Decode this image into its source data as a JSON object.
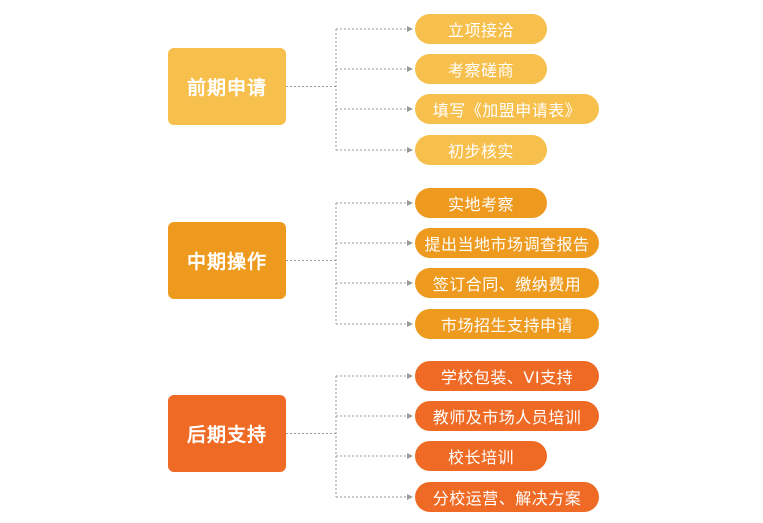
{
  "stages": [
    {
      "title": "前期申请",
      "color": "#F7BF4C",
      "steps": [
        "立项接洽",
        "考察磋商",
        "填写《加盟申请表》",
        "初步核实"
      ]
    },
    {
      "title": "中期操作",
      "color": "#EE9A1E",
      "steps": [
        "实地考察",
        "提出当地市场调查报告",
        "签订合同、缴纳费用",
        "市场招生支持申请"
      ]
    },
    {
      "title": "后期支持",
      "color": "#EF6A24",
      "steps": [
        "学校包装、VI支持",
        "教师及市场人员培训",
        "校长培训",
        "分校运营、解决方案"
      ]
    }
  ],
  "connector_color": "#9a9a9a"
}
